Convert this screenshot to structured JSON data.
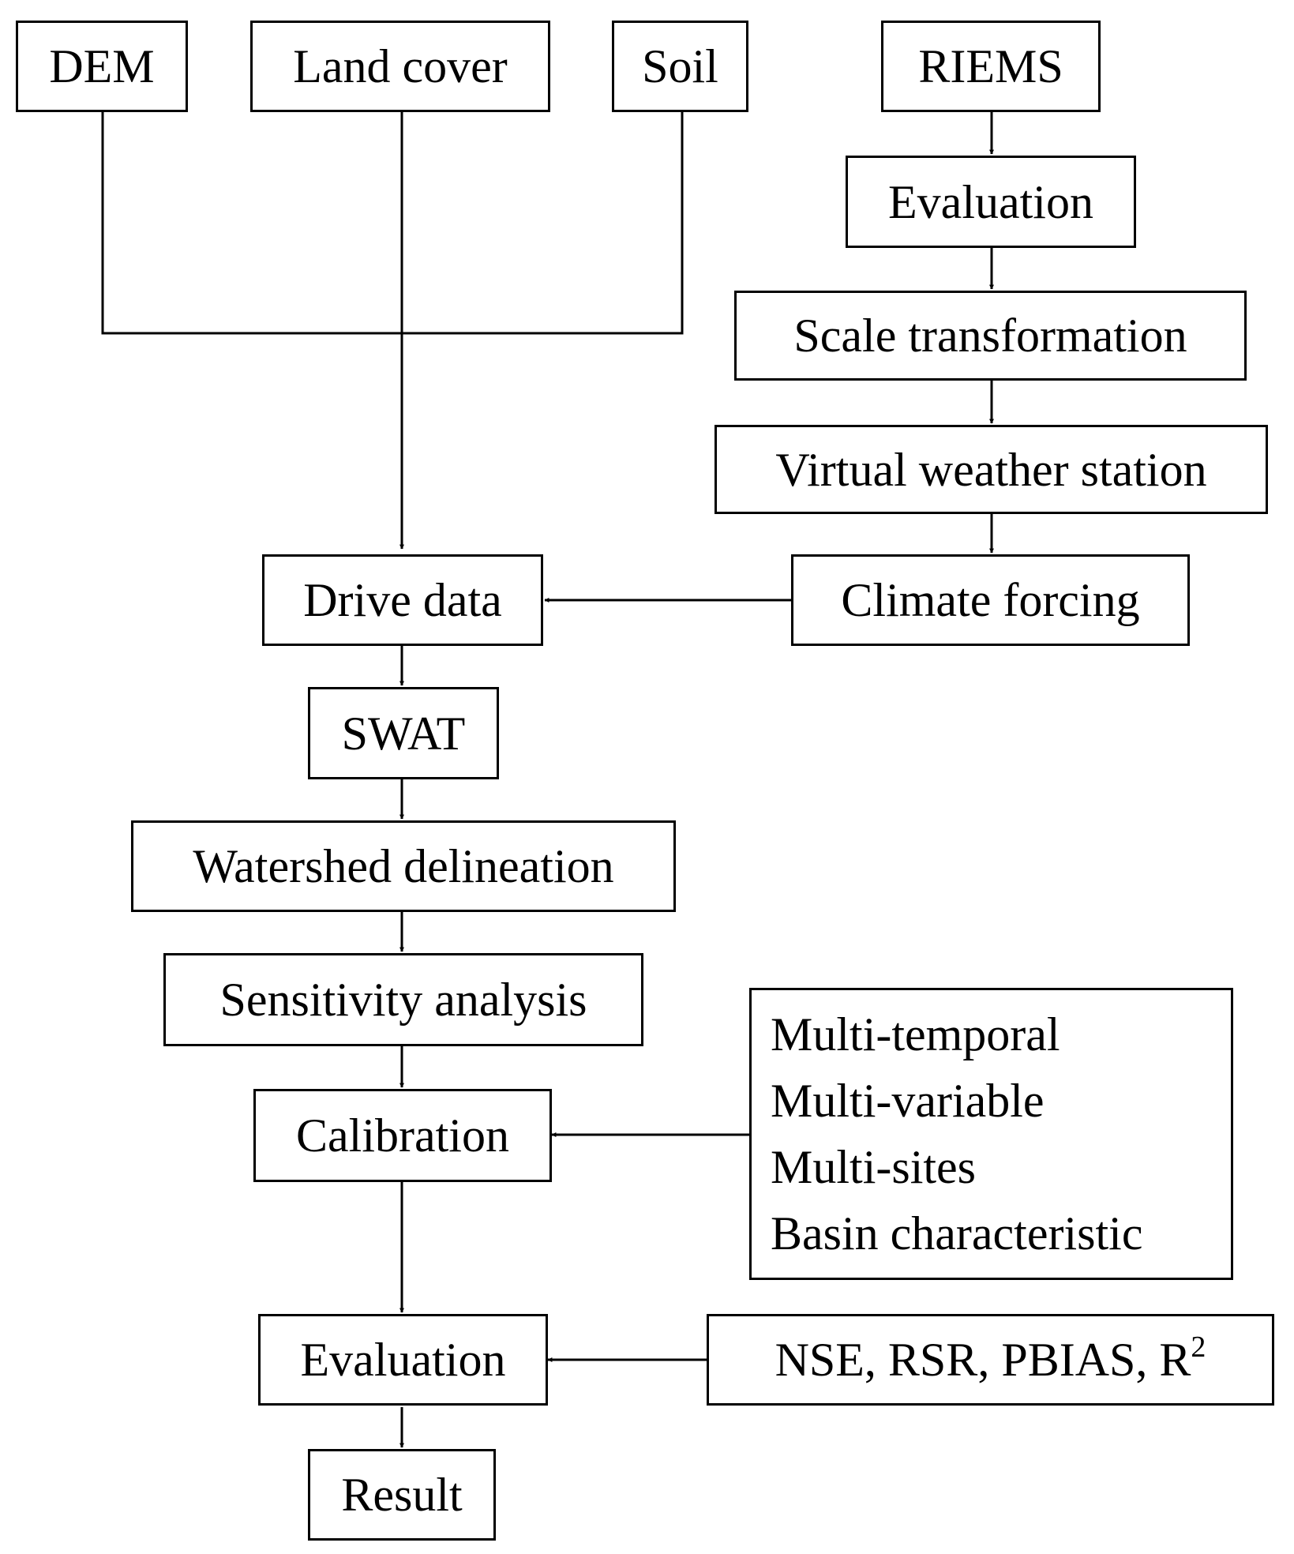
{
  "nodes": {
    "dem": "DEM",
    "land_cover": "Land cover",
    "soil": "Soil",
    "riems": "RIEMS",
    "evaluation_top": "Evaluation",
    "scale_transformation": "Scale transformation",
    "virtual_weather_station": "Virtual weather station",
    "climate_forcing": "Climate forcing",
    "drive_data": "Drive data",
    "swat": "SWAT",
    "watershed_delineation": "Watershed delineation",
    "sensitivity_analysis": "Sensitivity analysis",
    "calibration": "Calibration",
    "calibration_inputs": [
      "Multi-temporal",
      "Multi-variable",
      "Multi-sites",
      "Basin characteristic"
    ],
    "evaluation_bottom": "Evaluation",
    "metrics": "NSE, RSR, PBIAS, R",
    "metrics_superscript": "2",
    "result": "Result"
  },
  "edges": [
    {
      "from": "dem",
      "to": "drive_data"
    },
    {
      "from": "land_cover",
      "to": "drive_data"
    },
    {
      "from": "soil",
      "to": "drive_data"
    },
    {
      "from": "riems",
      "to": "evaluation_top"
    },
    {
      "from": "evaluation_top",
      "to": "scale_transformation"
    },
    {
      "from": "scale_transformation",
      "to": "virtual_weather_station"
    },
    {
      "from": "virtual_weather_station",
      "to": "climate_forcing"
    },
    {
      "from": "climate_forcing",
      "to": "drive_data"
    },
    {
      "from": "drive_data",
      "to": "swat"
    },
    {
      "from": "swat",
      "to": "watershed_delineation"
    },
    {
      "from": "watershed_delineation",
      "to": "sensitivity_analysis"
    },
    {
      "from": "sensitivity_analysis",
      "to": "calibration"
    },
    {
      "from": "calibration_inputs",
      "to": "calibration"
    },
    {
      "from": "calibration",
      "to": "evaluation_bottom"
    },
    {
      "from": "metrics",
      "to": "evaluation_bottom"
    },
    {
      "from": "evaluation_bottom",
      "to": "result"
    }
  ]
}
